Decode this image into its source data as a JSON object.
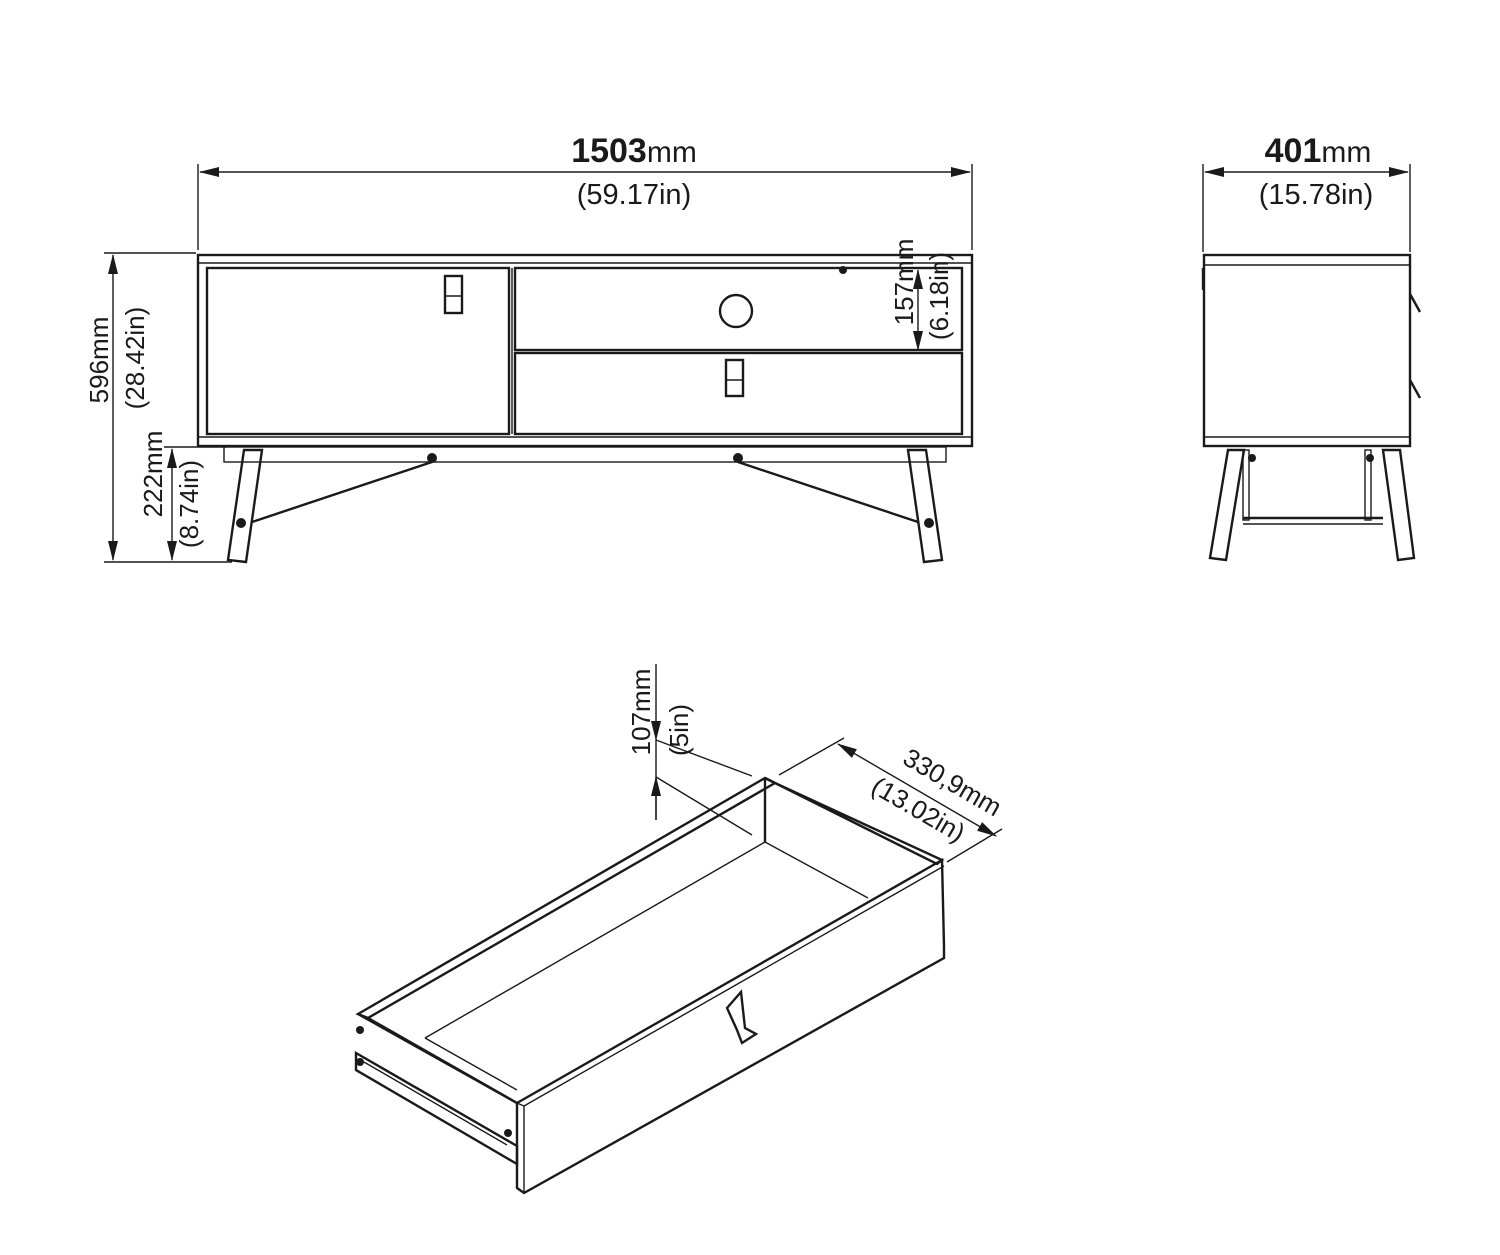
{
  "front": {
    "width_value": "1503",
    "width_unit": "mm",
    "width_inches": "(59.17in)",
    "height_mm": "596mm",
    "height_inches": "(28.42in)",
    "leg_mm": "222mm",
    "leg_inches": "(8.74in)",
    "drawer_mm": "157mm",
    "drawer_inches": "(6.18in)"
  },
  "side": {
    "depth_value": "401",
    "depth_unit": "mm",
    "depth_inches": "(15.78in)"
  },
  "drawer": {
    "height_mm": "107mm",
    "height_inches": "(5in)",
    "depth_mm": "330,9mm",
    "depth_inches": "(13.02in)"
  },
  "colors": {
    "line": "#1a1a1a",
    "background": "#ffffff"
  }
}
